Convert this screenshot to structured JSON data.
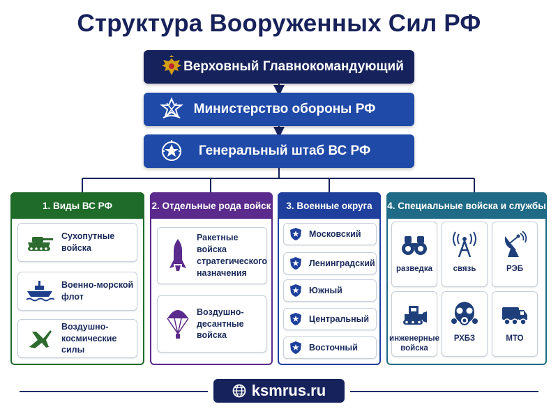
{
  "title": "Структура Вооруженных Сил РФ",
  "colors": {
    "navy": "#16225c",
    "blue": "#1f4aa8",
    "green": "#1f6b2a",
    "purple": "#5a2a8c",
    "district_blue": "#1e3f9c",
    "teal": "#1f6a86"
  },
  "hierarchy": {
    "supreme": {
      "label": "Верховный Главнокомандующий",
      "icon": "double-headed-eagle-icon"
    },
    "ministry": {
      "label": "Министерство обороны РФ",
      "icon": "ministry-emblem-icon"
    },
    "general_staff": {
      "label": "Генеральный штаб ВС РФ",
      "icon": "general-staff-emblem-icon"
    }
  },
  "columns": {
    "branches": {
      "header": "1. Виды ВС РФ",
      "items": [
        {
          "label": "Сухопутные войска",
          "icon": "tank-icon"
        },
        {
          "label": "Военно-морской флот",
          "icon": "warship-icon"
        },
        {
          "label": "Воздушно-космические силы",
          "icon": "fighter-jet-icon"
        }
      ]
    },
    "separate_arms": {
      "header": "2. Отдельные рода войск",
      "items": [
        {
          "label": "Ракетные войска стратегического назначения",
          "icon": "missile-icon"
        },
        {
          "label": "Воздушно-десантные войска",
          "icon": "parachute-icon"
        }
      ]
    },
    "districts": {
      "header": "3. Военные округа",
      "items": [
        {
          "label": "Московский",
          "icon": "star-shield-icon"
        },
        {
          "label": "Ленинградский",
          "icon": "star-shield-icon"
        },
        {
          "label": "Южный",
          "icon": "star-shield-icon"
        },
        {
          "label": "Центральный",
          "icon": "star-shield-icon"
        },
        {
          "label": "Восточный",
          "icon": "star-shield-icon"
        }
      ]
    },
    "special": {
      "header": "4. Специальные войска и службы",
      "items": [
        {
          "label": "разведка",
          "icon": "binoculars-icon"
        },
        {
          "label": "связь",
          "icon": "radio-tower-icon"
        },
        {
          "label": "РЭБ",
          "icon": "satellite-dish-icon"
        },
        {
          "label": "инженерные войска",
          "icon": "bulldozer-icon"
        },
        {
          "label": "РХБЗ",
          "icon": "gas-mask-icon"
        },
        {
          "label": "МТО",
          "icon": "truck-icon"
        }
      ]
    }
  },
  "footer": {
    "site": "ksmrus.ru",
    "icon": "globe-icon"
  }
}
